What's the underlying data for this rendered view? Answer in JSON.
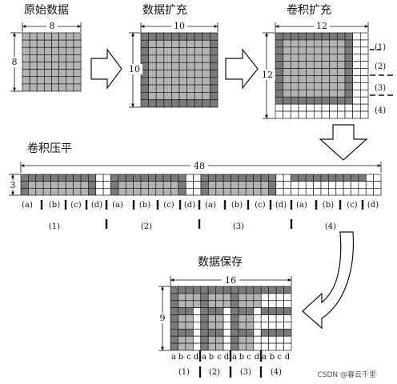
{
  "titles": {
    "original": "原始数据",
    "expand": "数据扩充",
    "conv_expand": "卷积扩充",
    "conv_flat": "卷积压平",
    "save": "数据保存"
  },
  "dims": {
    "orig_w": "8",
    "orig_h": "8",
    "exp_w": "10",
    "exp_h": "10",
    "conv_w": "12",
    "conv_h": "12",
    "flat_w": "48",
    "flat_h": "3",
    "save_w": "16",
    "save_h": "9"
  },
  "groups": [
    "(1)",
    "(2)",
    "(3)",
    "(4)"
  ],
  "sub_parens": [
    "(a)",
    "(b)",
    "(c)",
    "(d)"
  ],
  "sub_plain": [
    "a",
    "b",
    "c",
    "d"
  ],
  "watermark": "CSDN @暮云千里",
  "colors": {
    "light": "#b4b4b4",
    "dark": "#7a7a7a",
    "line": "#1a1a1a"
  }
}
